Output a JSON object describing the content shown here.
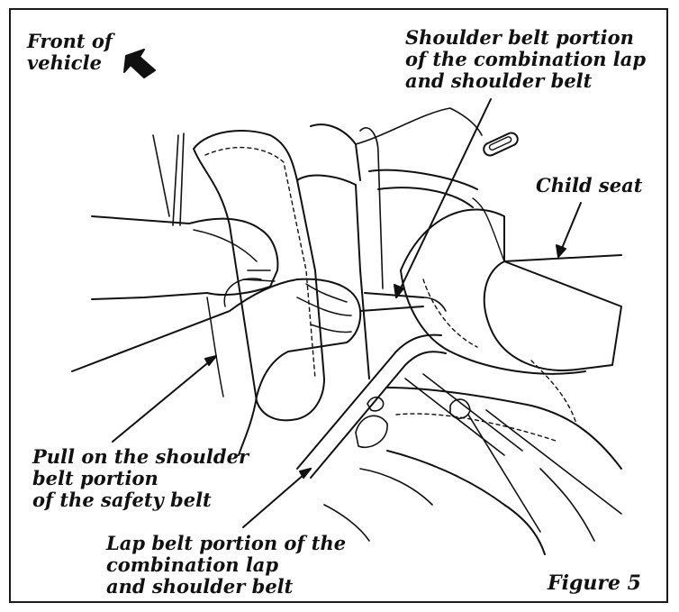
{
  "labels": {
    "front_of_vehicle": [
      "Front of",
      "vehicle"
    ],
    "shoulder_belt": [
      "Shoulder belt portion",
      "of the combination lap",
      "and shoulder belt"
    ],
    "child_seat": [
      "Child seat"
    ],
    "pull_on": [
      "Pull on the shoulder",
      "belt portion",
      "of the safety belt"
    ],
    "lap_belt": [
      "Lap belt portion of the",
      "combination lap",
      "and shoulder belt"
    ]
  },
  "figure_label": "Figure 5"
}
